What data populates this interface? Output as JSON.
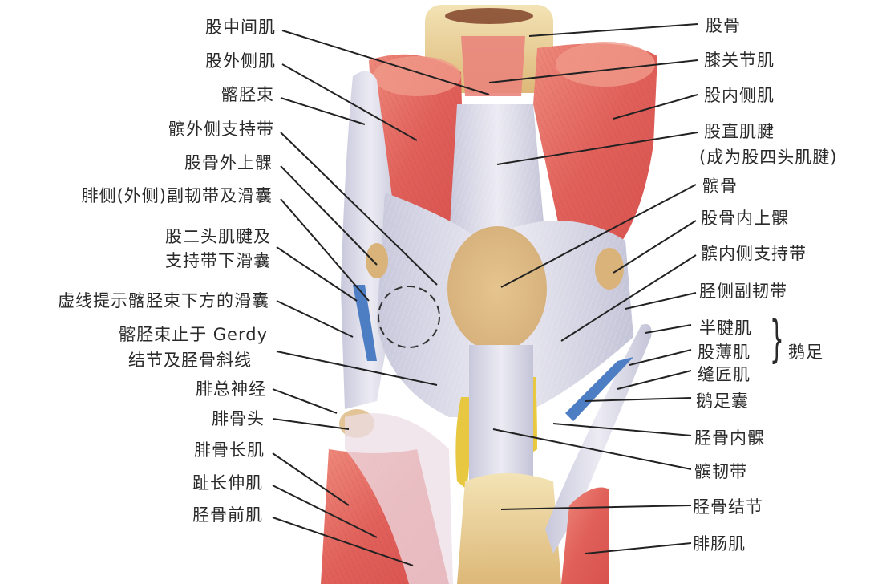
{
  "figure": {
    "subject": "膝关节前面观",
    "colors": {
      "muscle": "#e0605a",
      "muscle_light": "#f09a8a",
      "tendon": "#d6d6e6",
      "bone": "#e8c990",
      "fat": "#e8c840",
      "vessel": "#4d7ec4",
      "leader_line": "#222222",
      "text": "#2a2a2a"
    }
  },
  "labels_left": [
    {
      "id": "vastus-intermedius",
      "text": "股中间肌"
    },
    {
      "id": "vastus-lateralis",
      "text": "股外侧肌"
    },
    {
      "id": "iliotibial-tract",
      "text": "髂胫束"
    },
    {
      "id": "lateral-patellar-retinaculum",
      "text": "髌外侧支持带"
    },
    {
      "id": "lateral-femoral-epicondyle",
      "text": "股骨外上髁"
    },
    {
      "id": "fibular-collateral-ligament",
      "text": "腓侧(外侧)副韧带及滑囊"
    },
    {
      "id": "biceps-femoris-tendon-line1",
      "text": "股二头肌腱及"
    },
    {
      "id": "biceps-femoris-tendon-line2",
      "text": "支持带下滑囊"
    },
    {
      "id": "bursa-dashed",
      "text": "虚线提示髂胫束下方的滑囊"
    },
    {
      "id": "iliotibial-insertion-line1",
      "text": "髂胫束止于 Gerdy"
    },
    {
      "id": "iliotibial-insertion-line2",
      "text": "结节及胫骨斜线"
    },
    {
      "id": "common-fibular-nerve",
      "text": "腓总神经"
    },
    {
      "id": "fibular-head",
      "text": "腓骨头"
    },
    {
      "id": "fibularis-longus",
      "text": "腓骨长肌"
    },
    {
      "id": "extensor-digitorum-longus",
      "text": "趾长伸肌"
    },
    {
      "id": "tibialis-anterior",
      "text": "胫骨前肌"
    }
  ],
  "labels_right": [
    {
      "id": "femur",
      "text": "股骨"
    },
    {
      "id": "articularis-genus",
      "text": "膝关节肌"
    },
    {
      "id": "vastus-medialis",
      "text": "股内侧肌"
    },
    {
      "id": "rectus-femoris-tendon-line1",
      "text": "股直肌腱"
    },
    {
      "id": "rectus-femoris-tendon-line2",
      "text": "(成为股四头肌腱)"
    },
    {
      "id": "patella",
      "text": "髌骨"
    },
    {
      "id": "medial-femoral-epicondyle",
      "text": "股骨内上髁"
    },
    {
      "id": "medial-patellar-retinaculum",
      "text": "髌内侧支持带"
    },
    {
      "id": "tibial-collateral-ligament",
      "text": "胫侧副韧带"
    },
    {
      "id": "semitendinosus",
      "text": "半腱肌"
    },
    {
      "id": "gracilis",
      "text": "股薄肌"
    },
    {
      "id": "sartorius",
      "text": "缝匠肌"
    },
    {
      "id": "pes-anserinus-bursa",
      "text": "鹅足囊"
    },
    {
      "id": "medial-tibial-condyle",
      "text": "胫骨内髁"
    },
    {
      "id": "patellar-ligament",
      "text": "髌韧带"
    },
    {
      "id": "tibial-tuberosity",
      "text": "胫骨结节"
    },
    {
      "id": "gastrocnemius",
      "text": "腓肠肌"
    }
  ],
  "group": {
    "brace_symbol": "}",
    "label": "鹅足"
  }
}
